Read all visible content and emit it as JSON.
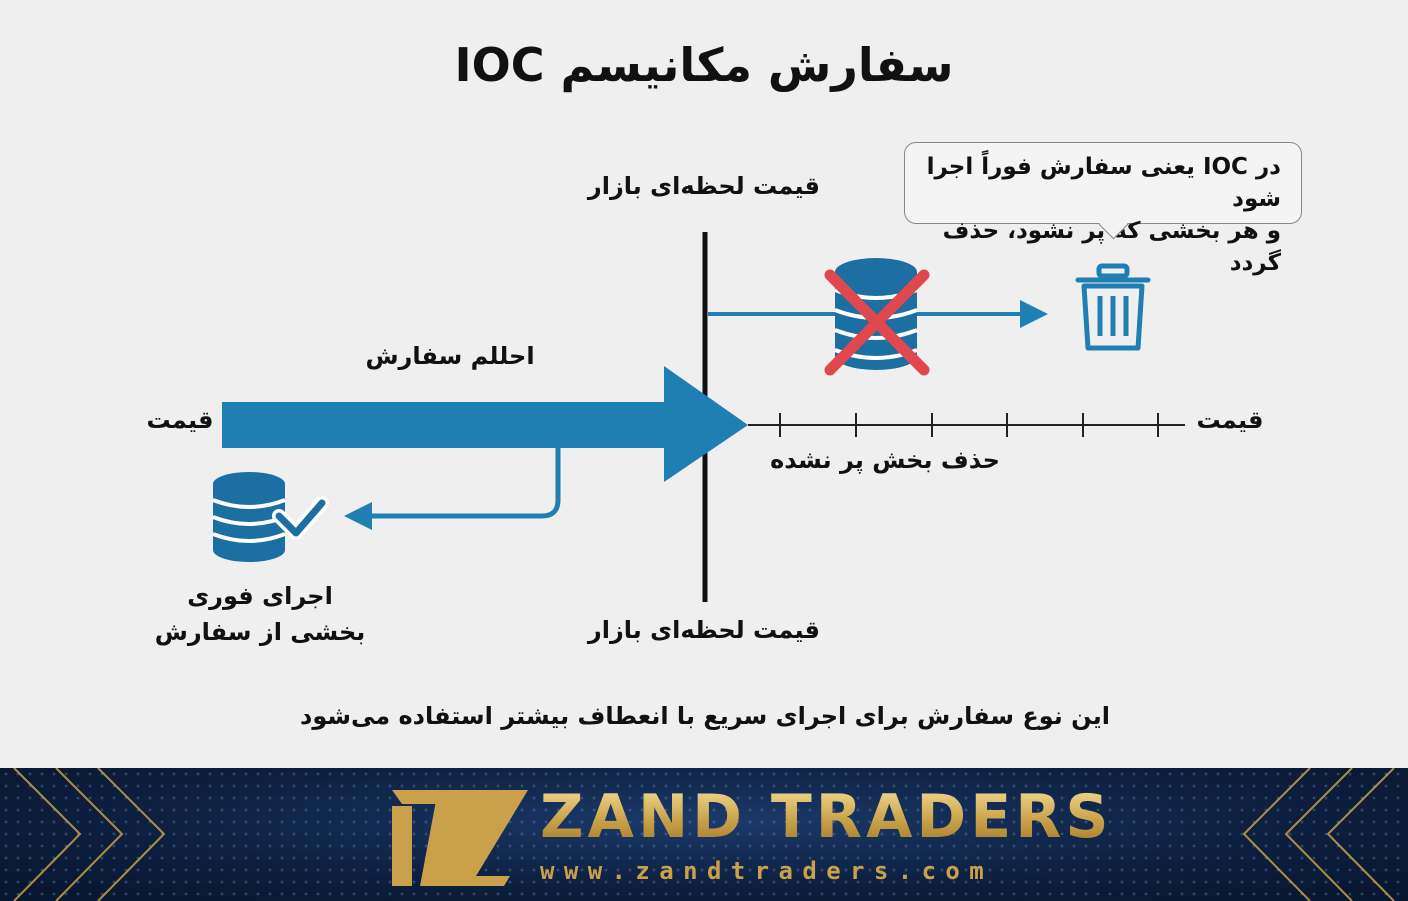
{
  "title": "سفارش مکانیسم IOC",
  "callout": {
    "line1": "در IOC یعنی سفارش فوراً اجرا شود",
    "line2": "و هر بخشی که پر نشود، حذف گردد"
  },
  "labels": {
    "market_price_top": "قیمت لحظه‌ای بازار",
    "market_price_bottom": "قیمت لحظه‌ای بازار",
    "order_submission": "احللم سفارش",
    "price_left": "قیمت",
    "price_right": "قیمت",
    "cancel_unfilled": "حذف بخش پر نشده",
    "immediate_partial_exec": "اجرای فوری بخشی از سفارش"
  },
  "footer_note": "این نوع سفارش برای اجرای سریع با انعطاف بیشتر استفاده می‌شود",
  "icons": {
    "cancelled_stack": "coin-stack-crossed-icon",
    "trash": "trash-icon",
    "executed_stack": "coin-stack-icon",
    "check": "check-icon"
  },
  "colors": {
    "arrow_blue": "#1f7fb2",
    "cross_red": "#e0474f",
    "stack_blue": "#1b6fa3",
    "gold": "#caa14a",
    "banner_navy": "#0d2040"
  },
  "brand": {
    "name": "ZAND TRADERS",
    "url": "www.zandtraders.com"
  }
}
